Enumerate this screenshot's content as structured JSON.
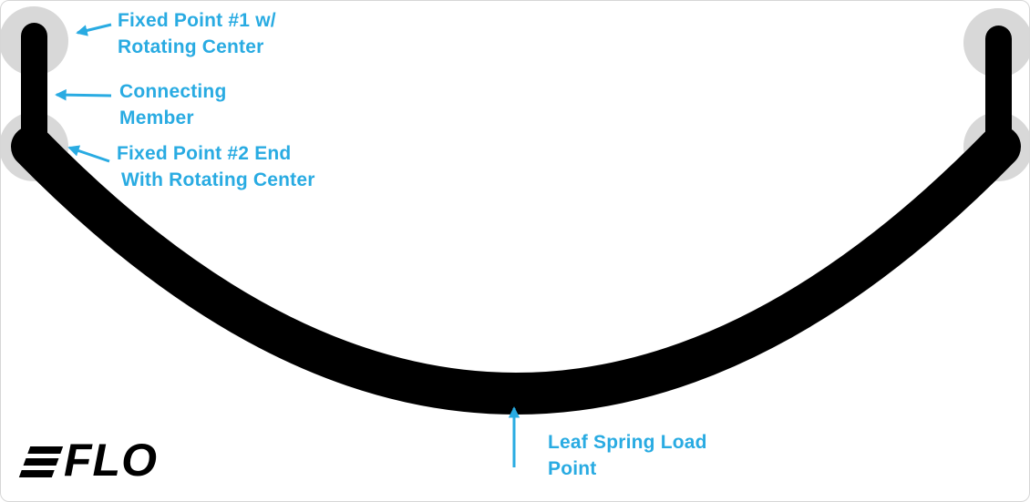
{
  "diagram": {
    "colors": {
      "accent": "#29ABE2",
      "spring": "#000000",
      "pivot_ring": "#D8D8D8",
      "background": "#FFFFFF"
    },
    "labels": {
      "fixed_point_1": {
        "line1": "Fixed Point #1 w/",
        "line2": "Rotating Center"
      },
      "connecting_member": {
        "line1": "Connecting",
        "line2": "Member"
      },
      "fixed_point_2": {
        "line1": "Fixed Point #2 End",
        "line2": "With Rotating Center"
      },
      "load_point": {
        "line1": "Leaf Spring Load",
        "line2": "Point"
      }
    },
    "logo": {
      "text": "FLO"
    }
  }
}
